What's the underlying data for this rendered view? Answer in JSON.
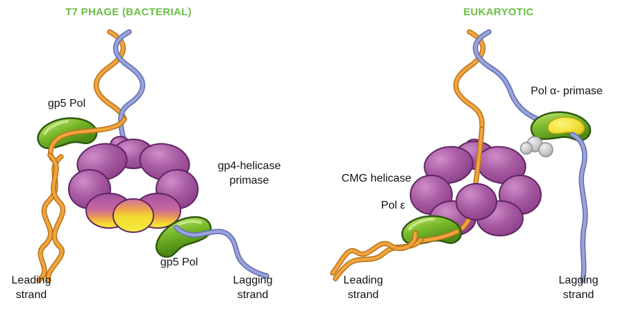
{
  "figure": {
    "left": {
      "title": "T7 PHAGE (BACTERIAL)",
      "labels": {
        "gp5_pol_top": "gp5 Pol",
        "helicase_primase": "gp4-helicase\nprimase",
        "gp5_pol_bottom": "gp5 Pol",
        "leading_strand": "Leading\nstrand",
        "lagging_strand": "Lagging\nstrand"
      }
    },
    "right": {
      "title": "EUKARYOTIC",
      "labels": {
        "pol_alpha_primase": "Pol α- primase",
        "cmg_helicase": "CMG helicase",
        "pol_epsilon": "Pol ε",
        "leading_strand": "Leading\nstrand",
        "lagging_strand": "Lagging\nstrand"
      }
    },
    "colors": {
      "title_green": "#6abe45",
      "helicase_purple": "#a3529d",
      "primase_yellow": "#f2e22e",
      "polymerase_green": "#79ba2c",
      "leading_strand_orange": "#f2a43c",
      "lagging_strand_blue": "#9aa3d8",
      "label_text": "#121212"
    }
  }
}
